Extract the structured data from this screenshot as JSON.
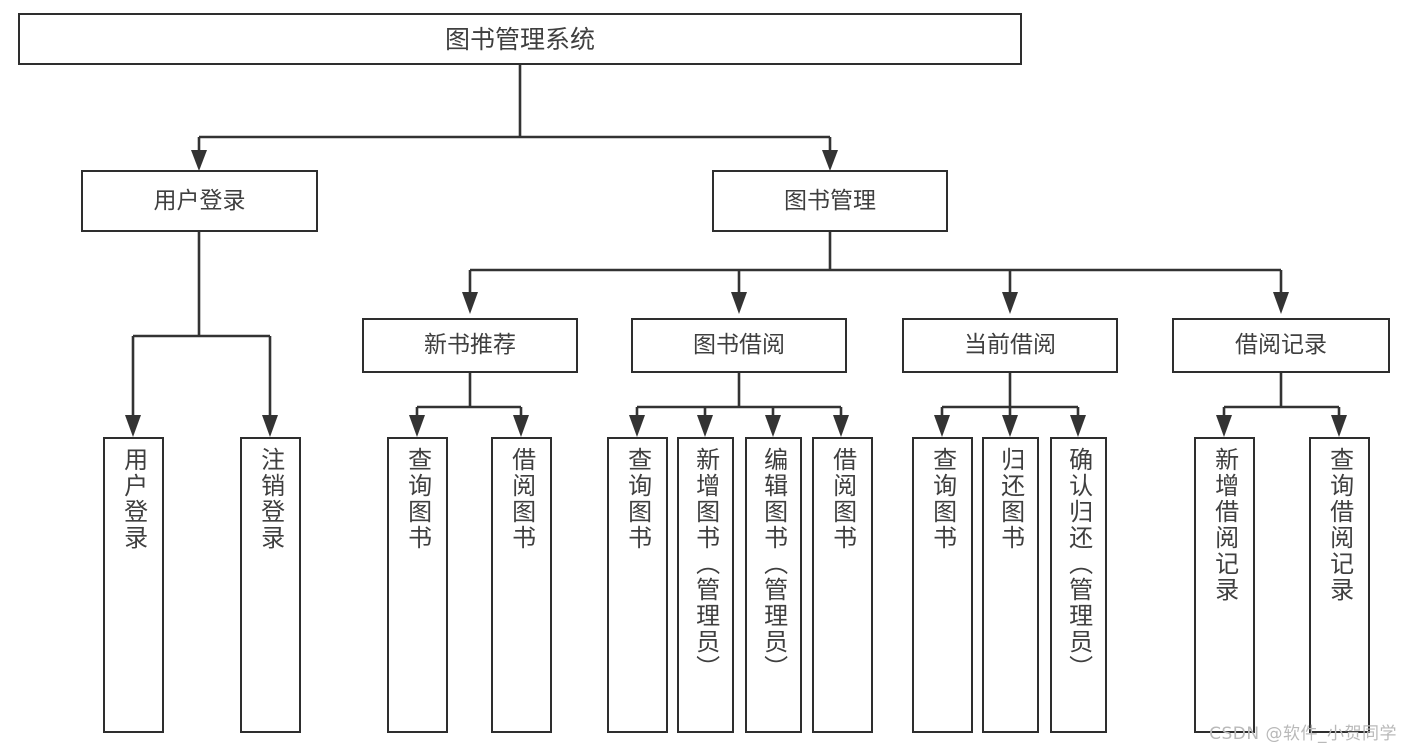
{
  "diagram": {
    "title": "图书管理系统",
    "root": {
      "label": "图书管理系统"
    },
    "level2": [
      {
        "label": "用户登录"
      },
      {
        "label": "图书管理"
      }
    ],
    "level3": [
      {
        "label": "新书推荐"
      },
      {
        "label": "图书借阅"
      },
      {
        "label": "当前借阅"
      },
      {
        "label": "借阅记录"
      }
    ],
    "leaves": {
      "user_login": [
        {
          "label": "用户登录"
        },
        {
          "label": "注销登录"
        }
      ],
      "new_book": [
        {
          "label": "查询图书"
        },
        {
          "label": "借阅图书"
        }
      ],
      "book_borrow": [
        {
          "label": "查询图书"
        },
        {
          "label": "新增图书（管理员）"
        },
        {
          "label": "编辑图书（管理员）"
        },
        {
          "label": "借阅图书"
        }
      ],
      "current_borrow": [
        {
          "label": "查询图书"
        },
        {
          "label": "归还图书"
        },
        {
          "label": "确认归还（管理员）"
        }
      ],
      "borrow_record": [
        {
          "label": "新增借阅记录"
        },
        {
          "label": "查询借阅记录"
        }
      ]
    }
  },
  "watermark": {
    "text": "CSDN @软件_小贺同学"
  },
  "colors": {
    "box_border": "#2e2e2e",
    "connector": "#333333",
    "text": "#3f3f3f",
    "background": "#ffffff",
    "watermark": "#b9b9b9"
  }
}
